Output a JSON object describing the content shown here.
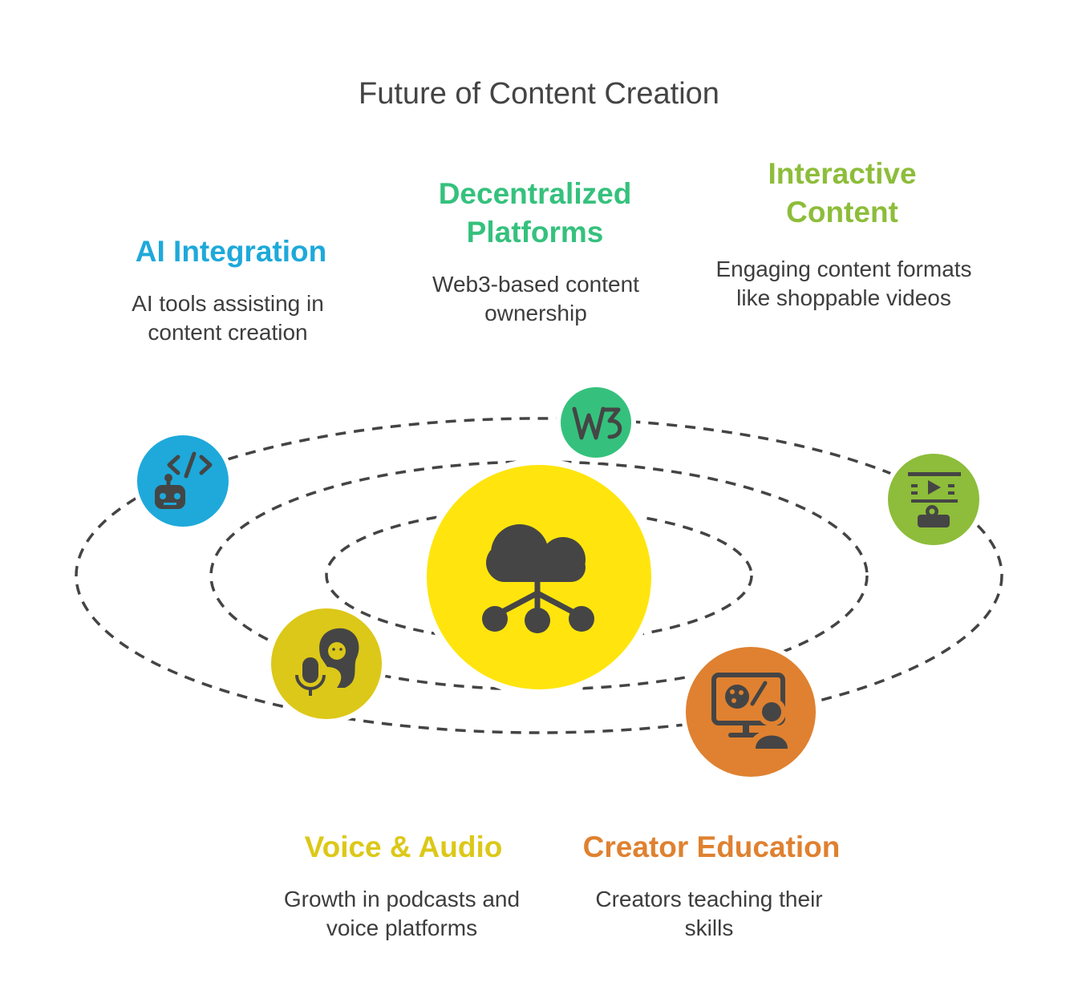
{
  "title": "Future of Content Creation",
  "center": {
    "icon": "cloud-network-icon",
    "color": "#FFE50D"
  },
  "nodes": [
    {
      "label": "AI Integration",
      "desc": "AI tools assisting in content creation",
      "color": "#1EA9DA",
      "icon": "robot-code-icon"
    },
    {
      "label": "Decentralized Platforms",
      "desc": "Web3-based content ownership",
      "color": "#35C17D",
      "icon": "w3-icon"
    },
    {
      "label": "Interactive Content",
      "desc": "Engaging content formats like shoppable videos",
      "color": "#8DBD3A",
      "icon": "video-presentation-icon"
    },
    {
      "label": "Voice & Audio",
      "desc": "Growth in podcasts and voice platforms",
      "color": "#DCC818",
      "icon": "voice-assistant-icon"
    },
    {
      "label": "Creator Education",
      "desc": "Creators teaching their skills",
      "color": "#DF8130",
      "icon": "online-art-class-icon"
    }
  ]
}
